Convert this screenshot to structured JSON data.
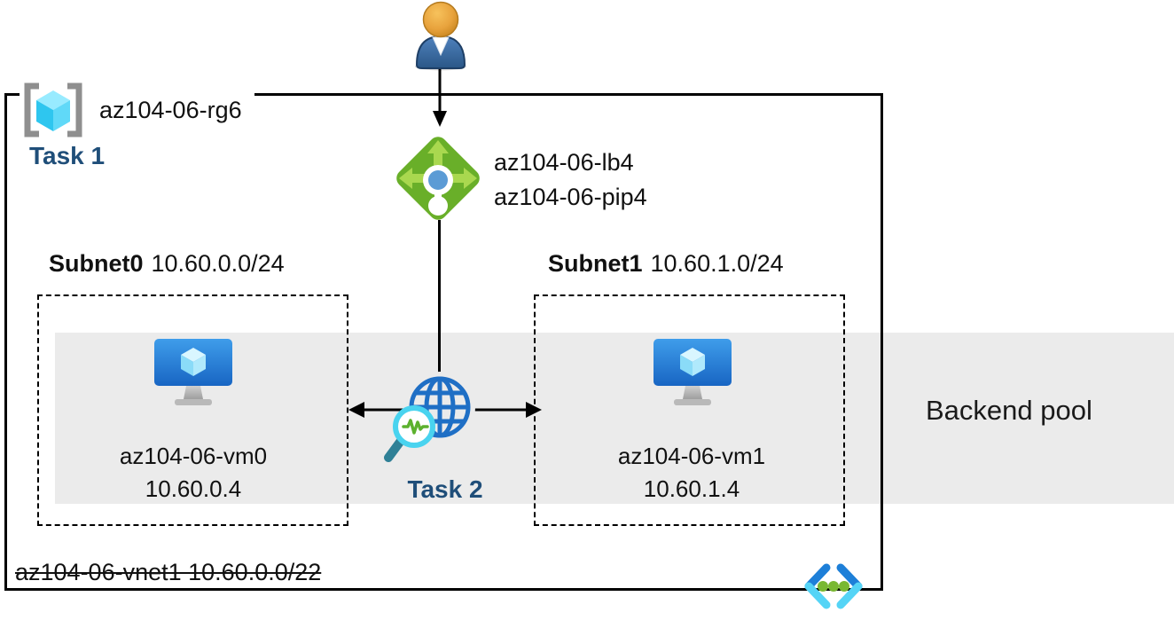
{
  "diagram": {
    "resource_group": {
      "label": "az104-06-rg6"
    },
    "task1_label": "Task 1",
    "task2_label": "Task 2",
    "load_balancer": {
      "name": "az104-06-lb4",
      "public_ip": "az104-06-pip4"
    },
    "subnets": [
      {
        "name": "Subnet0",
        "cidr": "10.60.0.0/24",
        "vm_name": "az104-06-vm0",
        "vm_ip": "10.60.0.4"
      },
      {
        "name": "Subnet1",
        "cidr": "10.60.1.0/24",
        "vm_name": "az104-06-vm1",
        "vm_ip": "10.60.1.4"
      }
    ],
    "backend_pool_label": "Backend pool",
    "vnet_label": "az104-06-vnet1 10.60.0.0/22",
    "icons": {
      "user": "user-icon",
      "load_balancer": "load-balancer-icon",
      "resource_group": "resource-group-icon",
      "virtual_machine": "virtual-machine-icon",
      "internet_monitor": "globe-magnifier-icon",
      "virtual_network": "virtual-network-icon"
    },
    "colors": {
      "task_text": "#1F4E79",
      "backend_band": "#EBEBEB",
      "lb_diamond_green": "#69AF29",
      "lb_arrow_green": "#A9D84F",
      "globe_blue": "#1F6FC5",
      "magnifier_ring": "#49D3EF",
      "magnifier_handle": "#2F8096",
      "pulse_green": "#5CB12E",
      "vm_monitor_blue_top": "#3F9DEA",
      "vm_monitor_blue_bottom": "#1865C3",
      "cube_cyan": "#2EC6EF",
      "bracket_gray": "#8F8F8F",
      "vnet_chevron_blue": "#1D7FD8",
      "vnet_chevron_cyan": "#55D4F6",
      "vnet_dot_green": "#79B832",
      "person_head_orange": "#E8A33D",
      "person_body_blue": "#3C6EA8"
    }
  }
}
